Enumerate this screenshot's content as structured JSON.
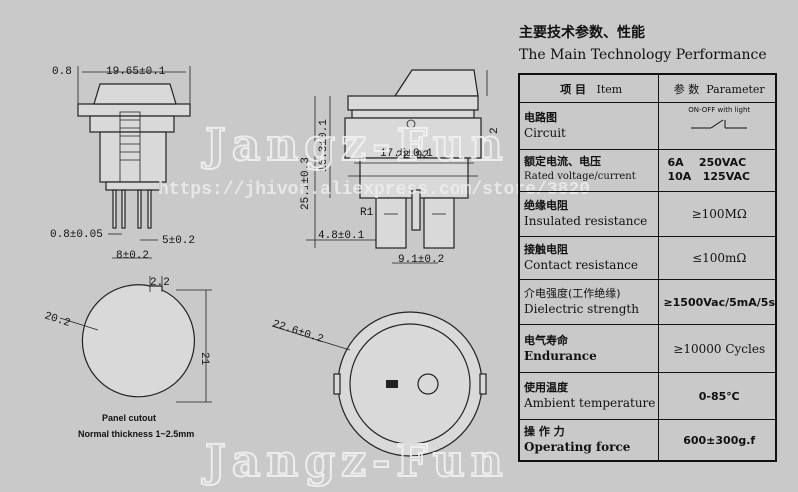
{
  "drawing": {
    "side_view": {
      "dim_top_left": "0.8",
      "dim_top": "19.65±0.1",
      "dim_pin": "0.8±0.05",
      "dim_pin_spacing": "5±0.2",
      "dim_bottom": "8±0.2"
    },
    "front_view": {
      "dim_total_height": "25.1±0.3",
      "dim_body_height": "16.3±0.1",
      "dim_inner_width": "17.5±0.1",
      "dim_outer_width": "22.92",
      "dim_top_offset": "2",
      "dim_terminal_width": "4.8±0.1",
      "dim_terminal_spacing": "9.1±0.2",
      "terminal_label": "R1"
    },
    "panel_cutout": {
      "dim_diameter": "20.2",
      "dim_flat": "2.2",
      "dim_height": "21",
      "caption_line1": "Panel cutout",
      "caption_line2": "Normal thickness 1~2.5mm"
    },
    "top_view": {
      "dim_diameter": "22.6±0.2"
    },
    "watermark": {
      "brand_top": "Jangz-Fun",
      "brand_bottom": "Jangz-Fun",
      "url": "https://jhivor.aliexpress.com/store/3820"
    }
  },
  "spec": {
    "title_cn": "主要技术参数、性能",
    "title_en": "The Main Technology Performance",
    "header": {
      "item_cn": "项 目",
      "item_en": "Item",
      "param_cn": "参 数",
      "param_en": "Parameter"
    },
    "rows": [
      {
        "cn": "电路图",
        "en": "Circuit",
        "value": "",
        "value_note": "ON-OFF with light"
      },
      {
        "cn": "额定电流、电压",
        "en": "Rated voltage/current",
        "value": "6A    250VAC\n10A   125VAC"
      },
      {
        "cn": "绝缘电阻",
        "en": "Insulated resistance",
        "value": "≥100MΩ"
      },
      {
        "cn": "接触电阻",
        "en": "Contact resistance",
        "value": "≤100mΩ"
      },
      {
        "cn": "介电强度(工作绝缘)",
        "en": "Dielectric strength",
        "value": "≥1500Vac/5mA/5s"
      },
      {
        "cn": "电气寿命",
        "en": "Endurance",
        "value": "≥10000 Cycles"
      },
      {
        "cn": "使用温度",
        "en": "Ambient temperature",
        "value": "0-85℃"
      },
      {
        "cn": "操 作 力",
        "en": "Operating force",
        "value": "600±300g.f"
      }
    ]
  }
}
